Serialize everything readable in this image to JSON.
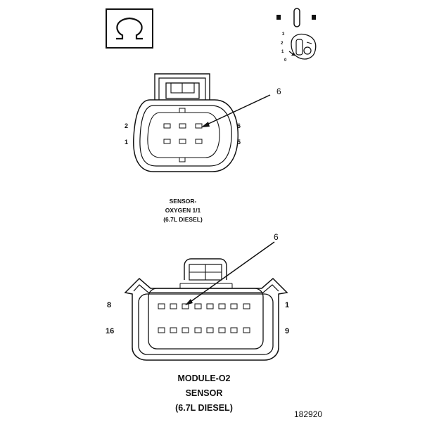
{
  "upper_connector": {
    "pins": {
      "top_left": "2",
      "bottom_left": "1",
      "top_right": "6",
      "bottom_right": "5"
    },
    "callout": "6",
    "caption": [
      "SENSOR-",
      "OXYGEN 1/1",
      "(6.7L DIESEL)"
    ]
  },
  "lower_connector": {
    "pins": {
      "top_left": "8",
      "bottom_left": "16",
      "top_right": "1",
      "bottom_right": "9"
    },
    "callout": "6",
    "caption": [
      "MODULE-O2",
      "SENSOR",
      "(6.7L DIESEL)"
    ]
  },
  "key_legend": {
    "positions": [
      "3",
      "2",
      "1",
      "0"
    ]
  },
  "figure_number": "182920",
  "icons": [
    "ohm-symbol-icon",
    "ignition-key-icon",
    "connector-key-icon"
  ]
}
